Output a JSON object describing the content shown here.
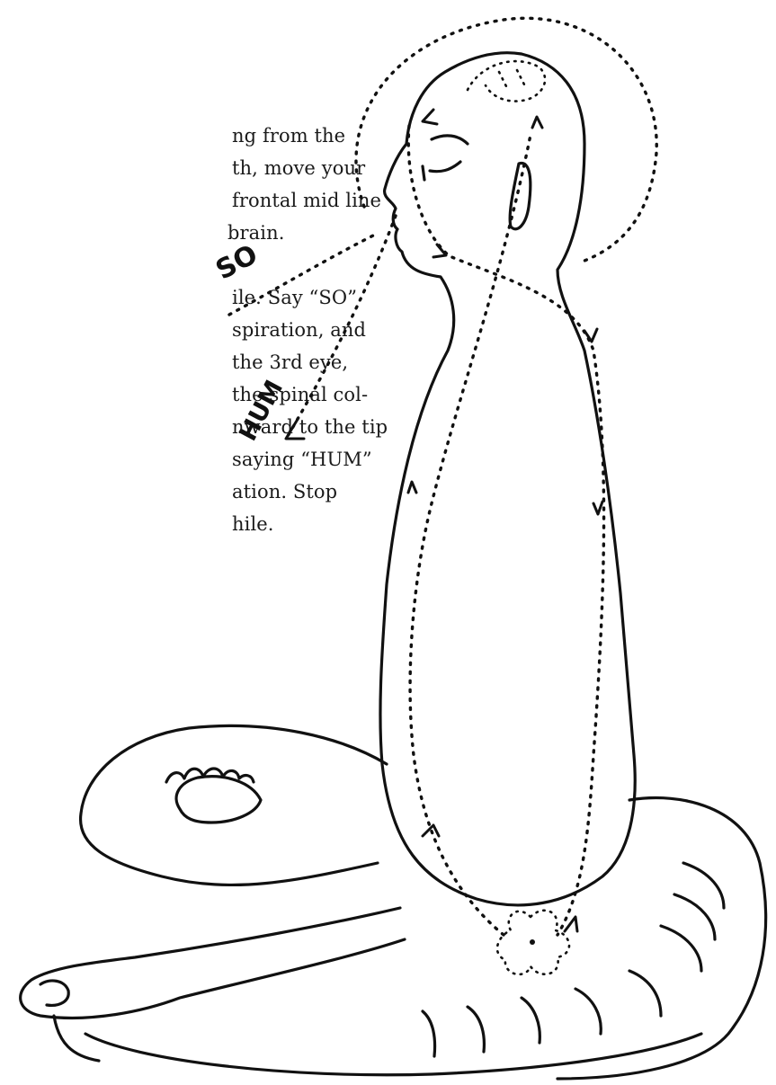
{
  "text": {
    "lines": [
      "ng from the",
      "th, move your",
      "frontal mid line",
      " brain.",
      "ile. Say “SO”",
      "spiration, and",
      "the 3rd eye,",
      "the spinal col-",
      "nward to the tip",
      "saying “HUM”",
      "ation. Stop",
      "hile."
    ]
  },
  "figure": {
    "label_so": "SO",
    "label_hum": "HUM"
  }
}
